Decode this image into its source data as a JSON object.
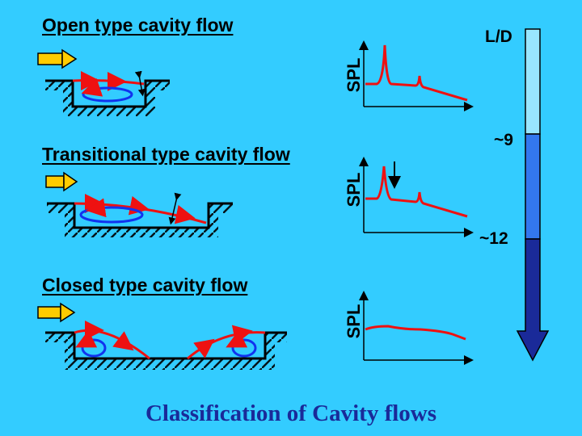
{
  "rows": [
    {
      "title": "Open type cavity flow",
      "spl_label": "SPL"
    },
    {
      "title": "Transitional type cavity flow",
      "spl_label": "SPL"
    },
    {
      "title": "Closed type cavity flow",
      "spl_label": "SPL"
    }
  ],
  "scale": {
    "title": "L/D",
    "mark_9": "~9",
    "mark_12": "~12",
    "colors": [
      "#99e6ff",
      "#3377ee",
      "#1a2a99"
    ]
  },
  "footer": {
    "title": "Classification of Cavity flows"
  },
  "colors": {
    "background": "#33ccff",
    "flow_arrow": "#ffcc00",
    "streamline": "#ee1111",
    "vortex": "#1133ee"
  }
}
